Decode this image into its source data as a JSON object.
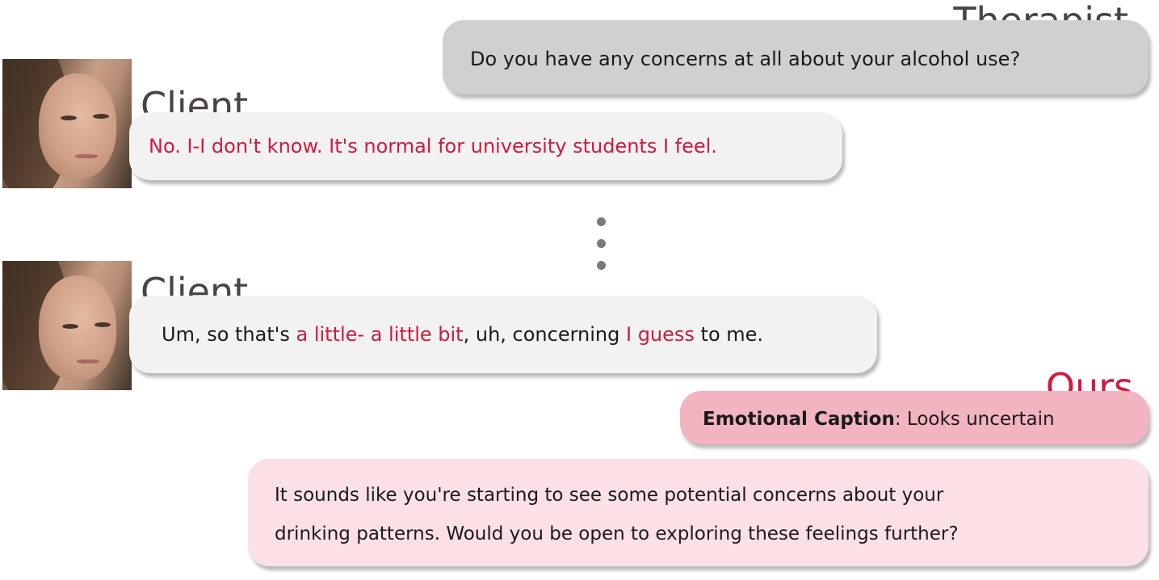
{
  "therapist": {
    "label": "Therapist",
    "message": "Do you have any concerns at all about your alcohol use?"
  },
  "client_turn_1": {
    "label": "Client",
    "message": "No. I-I don't know. It's normal for university students I feel."
  },
  "ellipsis": [
    "dot",
    "dot",
    "dot"
  ],
  "client_turn_2": {
    "label": "Client",
    "segments": [
      {
        "text": "Um, so that's ",
        "highlight": false
      },
      {
        "text": "a little- a little bit",
        "highlight": true
      },
      {
        "text": ", uh, concerning ",
        "highlight": false
      },
      {
        "text": "I guess",
        "highlight": true
      },
      {
        "text": " to me.",
        "highlight": false
      }
    ]
  },
  "ours": {
    "label": "Ours",
    "caption_key": "Emotional Caption",
    "caption_sep": ":",
    "caption_value": " Looks uncertain",
    "response_line_1": "It sounds like you're starting to see some potential concerns about your",
    "response_line_2": "drinking patterns. Would you be open to exploring these feelings further?"
  },
  "colors": {
    "highlight_red": "#d2193f",
    "therapist_bubble": "#d0d0d0",
    "client_bubble": "#f2f2f2",
    "caption_bubble": "#f2b4c0",
    "response_bubble": "#fbe0e5",
    "label_gray": "#4a4444"
  }
}
